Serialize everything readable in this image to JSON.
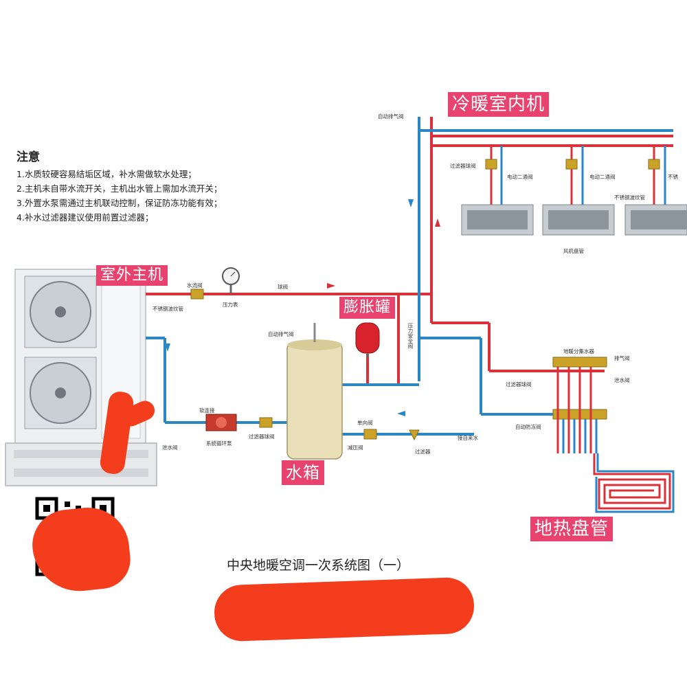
{
  "notes": {
    "title": "注意",
    "items": [
      "1.水质较硬容易结垢区域，补水需做软水处理；",
      "2.主机未自带水流开关，主机出水管上需加水流开关；",
      "3.外置水泵需通过主机联动控制，保证防冻功能有效；",
      "4.补水过滤器建议使用前置过滤器；"
    ]
  },
  "labels": {
    "indoor_unit": "冷暖室内机",
    "outdoor_unit": "室外主机",
    "expansion_tank": "膨胀罐",
    "water_tank": "水箱",
    "floor_coil": "地热盘管"
  },
  "small_labels": {
    "auto_vent_top": "自动排气阀",
    "filter_ball_valve_top": "过滤器球阀",
    "electric_two_way_1": "电动二通阀",
    "electric_two_way_2": "电动二通阀",
    "stainless_hose": "不锈钢波纹管",
    "hose_short": "不锈",
    "fan_coil": "风机盘管",
    "flow_switch": "水流阀",
    "stainless_hose_left": "不锈钢波纹管",
    "pressure_gauge": "压力表",
    "ball_valve": "球阀",
    "safety_valve": "压力安全阀",
    "auto_vent_tank": "自动排气阀",
    "soft_joint": "软连接",
    "circ_pump": "系统循环泵",
    "filter_ball_valve": "过滤器球阀",
    "drain_valve": "泄水阀",
    "check_valve": "单向阀",
    "pressure_reducing": "减压阀",
    "filter": "过滤器",
    "tap_water": "接自来水",
    "antifreeze_valve": "自动防冻阀",
    "manifold": "地暖分集水器",
    "vent_valve": "排气阀",
    "drain_valve_right": "泄水阀",
    "filter_ball_valve_right": "过滤器球阀"
  },
  "title": "中央地暖空调一次系统图（一）",
  "colors": {
    "supply_pipe": "#d9303a",
    "return_pipe": "#2a86c4",
    "label_bg": "#e8436e",
    "redaction": "#f33d1c"
  }
}
